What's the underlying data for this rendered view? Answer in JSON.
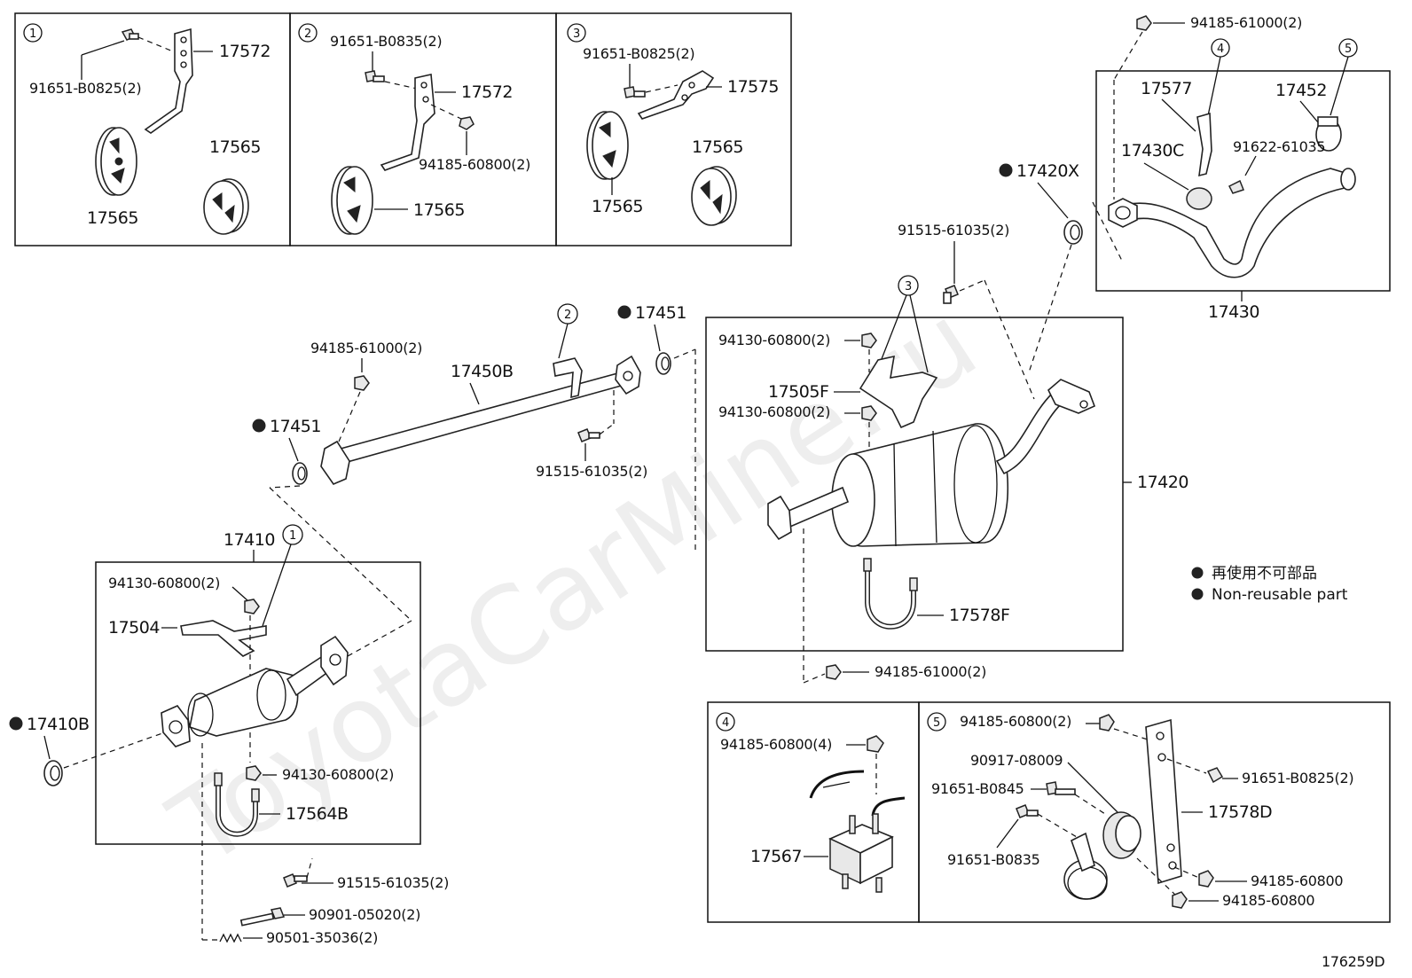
{
  "watermark": "ToyotaCarMine.ru",
  "diagram_code": "176259D",
  "legend": {
    "line1": "再使用不可部品",
    "line2": "Non-reusable part"
  },
  "circle_labels": [
    "1",
    "2",
    "3",
    "4",
    "5"
  ],
  "inset1": {
    "num": "1",
    "bolt": "91651-B0825(2)",
    "bracket": "17572",
    "cushion_a": "17565",
    "cushion_b": "17565"
  },
  "inset2": {
    "num": "2",
    "bolt": "91651-B0835(2)",
    "bracket": "17572",
    "nut": "94185-60800(2)",
    "cushion": "17565"
  },
  "inset3": {
    "num": "3",
    "bolt": "91651-B0825(2)",
    "bracket": "17575",
    "cushion_a": "17565",
    "cushion_b": "17565"
  },
  "tailpipe": {
    "nut": "94185-61000(2)",
    "num4": "4",
    "num5": "5",
    "bracket": "17577",
    "clamp": "17452",
    "mount": "17430C",
    "bolt": "91622-61035",
    "pipe": "17430",
    "gasket": "17420X"
  },
  "center": {
    "nut": "94185-61000(2)",
    "pipe": "17450B",
    "gasket_front": "17451",
    "gasket_rear": "17451",
    "num2": "2",
    "bolt": "91515-61035(2)"
  },
  "muffler": {
    "bolt": "91515-61035(2)",
    "num3": "3",
    "nut_top": "94130-60800(2)",
    "bracket": "17505F",
    "nut_mid": "94130-60800(2)",
    "assembly": "17420",
    "ubolt": "17578F",
    "nut_bottom": "94185-61000(2)"
  },
  "front": {
    "assembly": "17410",
    "num1": "1",
    "nut_top": "94130-60800(2)",
    "bracket": "17504",
    "gasket": "17410B",
    "nut_low": "94130-60800(2)",
    "ubolt": "17564B",
    "bolt": "91515-61035(2)",
    "bolt2": "90901-05020(2)",
    "spring": "90501-35036(2)"
  },
  "inset4": {
    "num": "4",
    "nut": "94185-60800(4)",
    "mount": "17567"
  },
  "inset5": {
    "num": "5",
    "nut": "94185-60800(2)",
    "damper": "90917-08009",
    "bolt_a": "91651-B0845",
    "bolt_b": "91651-B0835",
    "bolt_c": "91651-B0825(2)",
    "bracket": "17578D",
    "nut_b": "94185-60800",
    "nut_c": "94185-60800"
  }
}
